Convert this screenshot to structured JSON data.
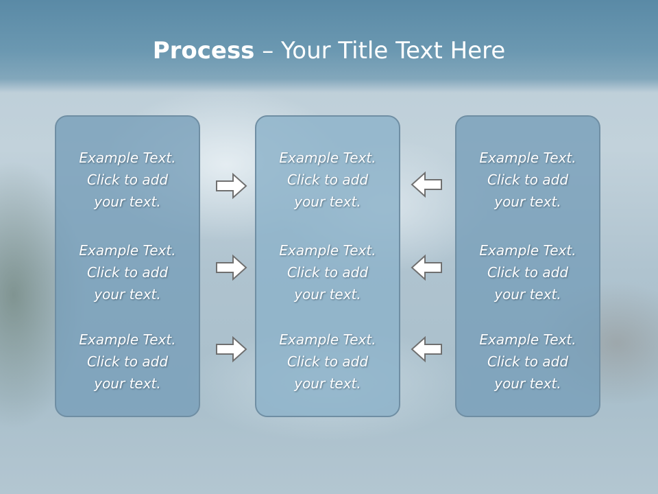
{
  "slide": {
    "title_bold": "Process",
    "title_rest": " – Your Title Text Here"
  },
  "columns": [
    {
      "id": "left",
      "items": [
        {
          "line1": "Example Text.",
          "line2": "Click  to add",
          "line3": "your text."
        },
        {
          "line1": "Example Text.",
          "line2": "Click  to add",
          "line3": "your text."
        },
        {
          "line1": "Example Text.",
          "line2": "Click  to add",
          "line3": "your text."
        }
      ]
    },
    {
      "id": "middle",
      "items": [
        {
          "line1": "Example Text.",
          "line2": "Click  to add",
          "line3": "your text."
        },
        {
          "line1": "Example Text.",
          "line2": "Click  to add",
          "line3": "your text."
        },
        {
          "line1": "Example Text.",
          "line2": "Click  to add",
          "line3": "your text."
        }
      ]
    },
    {
      "id": "right",
      "items": [
        {
          "line1": "Example Text.",
          "line2": "Click  to add",
          "line3": "your text."
        },
        {
          "line1": "Example Text.",
          "line2": "Click  to add",
          "line3": "your text."
        },
        {
          "line1": "Example Text.",
          "line2": "Click  to add",
          "line3": "your text."
        }
      ]
    }
  ],
  "arrows": {
    "left_group": "right-arrow-icon",
    "right_group": "left-arrow-icon"
  },
  "colors": {
    "title_band": "#5a8aa6",
    "box_fill": "#769eb8",
    "box_border": "#6f8ea3",
    "arrow_fill": "#ffffff",
    "arrow_stroke": "#6f6f6f"
  }
}
